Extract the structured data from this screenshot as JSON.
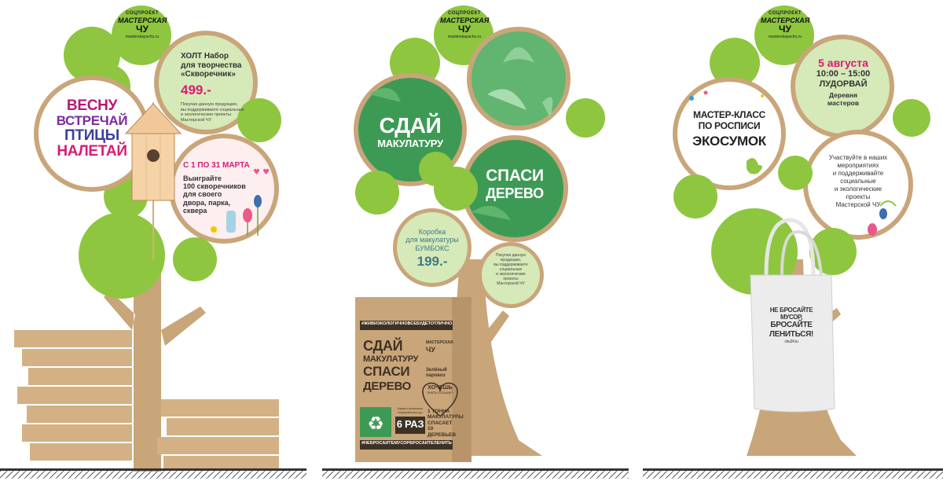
{
  "logo": {
    "top": "СОЦПРОЕКТ",
    "main1": "МАСТЕРСКАЯ",
    "main2": "ЧУ",
    "url": "masterskayachu.ru"
  },
  "tree1": {
    "headline": [
      "ВЕСНУ",
      "ВСТРЕЧАЙ",
      "ПТИЦЫ",
      "НАЛЕТАЙ"
    ],
    "kit": {
      "title": [
        "ХОЛТ Набор",
        "для творчества",
        "«Скворечник»"
      ],
      "price": "499.-",
      "note": [
        "Покупая данную продукцию,",
        "вы поддерживаете социальные",
        "и экологические проекты",
        "Мастерской ЧУ"
      ]
    },
    "promo": {
      "dates": "С 1 ПО 31 МАРТА",
      "text": [
        "Выиграйте",
        "100 скворечников",
        "для своего",
        "двора, парка,",
        "сквера"
      ]
    }
  },
  "tree2": {
    "main": [
      "СДАЙ",
      "МАКУЛАТУРУ"
    ],
    "save": [
      "СПАСИ",
      "ДЕРЕВО"
    ],
    "box": {
      "title": [
        "Коробка",
        "для макулатуры",
        "БУМБОКС"
      ],
      "price": "199.-"
    },
    "note": [
      "Покупая данную",
      "продукцию,",
      "вы поддерживаете",
      "социальные",
      "и экологические",
      "проекты",
      "Мастерской ЧУ"
    ],
    "bin": {
      "tag_top": "#ЖИВИЭКОЛОГИЧНОВСЁБУДЕТОТЛИЧНО",
      "headline": [
        "СДАЙ",
        "МАКУЛАТУРУ",
        "СПАСИ",
        "ДЕРЕВО"
      ],
      "brand1": [
        "МАСТЕРСКАЯ",
        "ЧУ"
      ],
      "brand2": [
        "Зелёный",
        "паровоз"
      ],
      "heart": [
        "ХОЧЕШЬ",
        "ЗНАТЬ БОЛЬШЕ?"
      ],
      "recycle_note": [
        "Бумагу возможно",
        "переработать до"
      ],
      "times": "6 РАЗ",
      "fact": [
        "1 ТОННА",
        "МАКУЛАТУРЫ",
        "СПАСАЕТ",
        "10 ДЕРЕВЬЕВ"
      ],
      "tag_bottom": "#НЕБРОСАЙТЕМУСОРБРОСАЙТЕЛЕНИТЬСЯ"
    }
  },
  "tree3": {
    "event": {
      "date": "5 августа",
      "time": "10:00 – 15:00",
      "place": "ЛУДОРВАЙ",
      "venue": [
        "Деревня",
        "мастеров"
      ]
    },
    "workshop": [
      "МАСТЕР-КЛАСС",
      "ПО РОСПИСИ",
      "ЭКОСУМОК"
    ],
    "invite": [
      "Участвуйте в наших",
      "мероприятиях",
      "и поддерживайте",
      "социальные",
      "и экологические",
      "проекты",
      "Мастерской ЧУ"
    ],
    "bag": [
      "НЕ БРОСАЙТЕ",
      "МУСОР,",
      "БРОСАЙТЕ",
      "ЛЕНИТЬСЯ!"
    ],
    "bag_tag": "chu24.ru"
  },
  "colors": {
    "green": "#8ec63f",
    "dark_green": "#3d9a55",
    "craft": "#c9a57a",
    "magenta": "#d81b74",
    "ground": "#333333"
  }
}
